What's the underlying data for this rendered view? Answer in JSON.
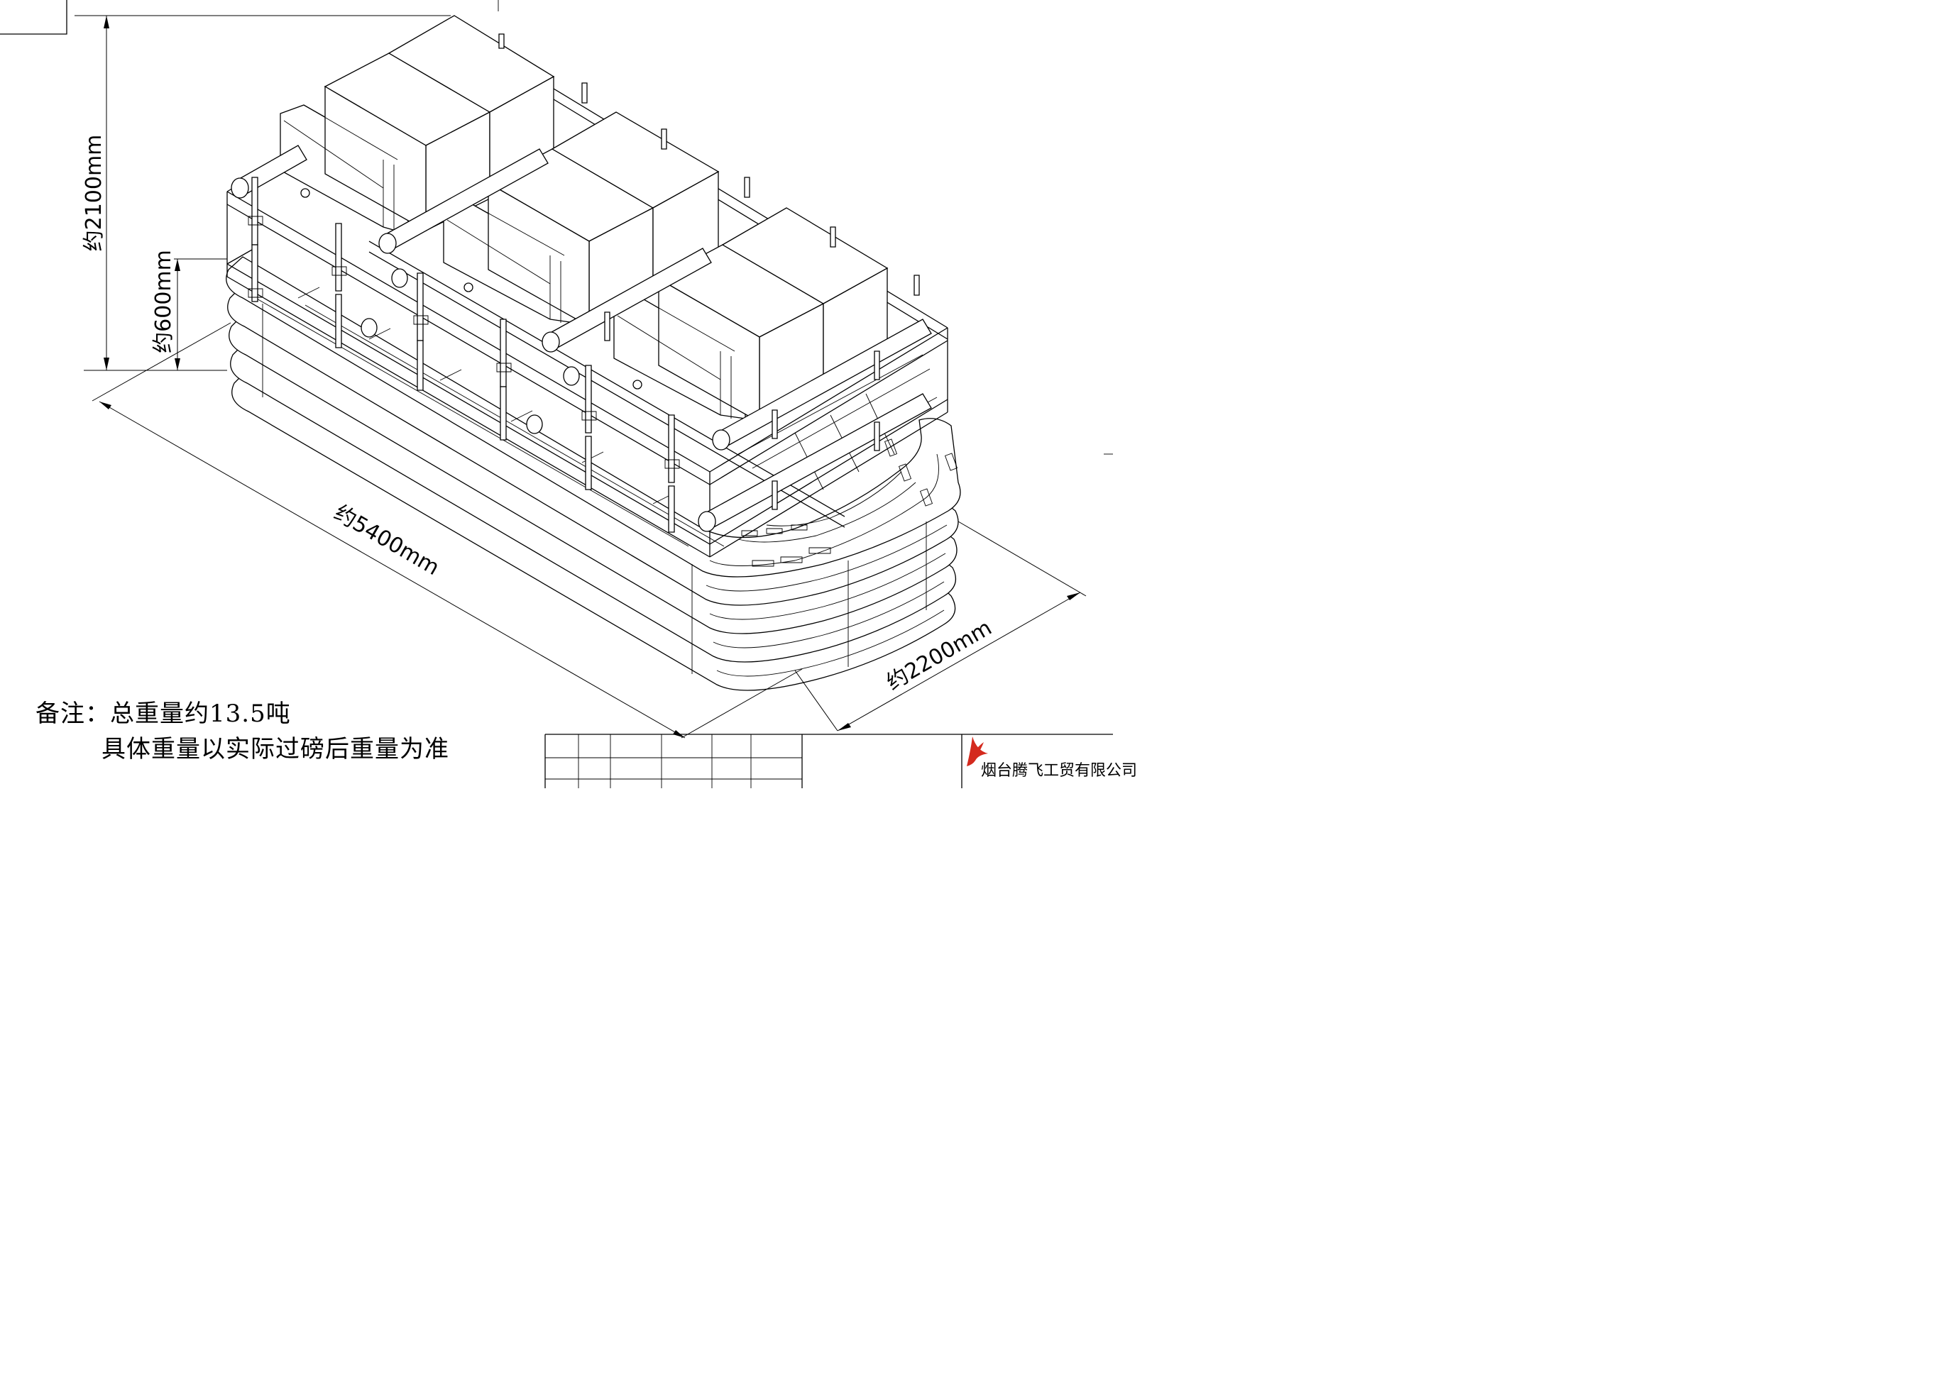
{
  "dimensions": {
    "height_total": "约2100mm",
    "height_frame": "约600mm",
    "length": "约5400mm",
    "width": "约2200mm"
  },
  "notes": {
    "line1": "备注：总重量约13.5吨",
    "line2": "具体重量以实际过磅后重量为准"
  },
  "title_block": {
    "company": "烟台腾飞工贸有限公司",
    "logo_color": "#d42a1e"
  }
}
